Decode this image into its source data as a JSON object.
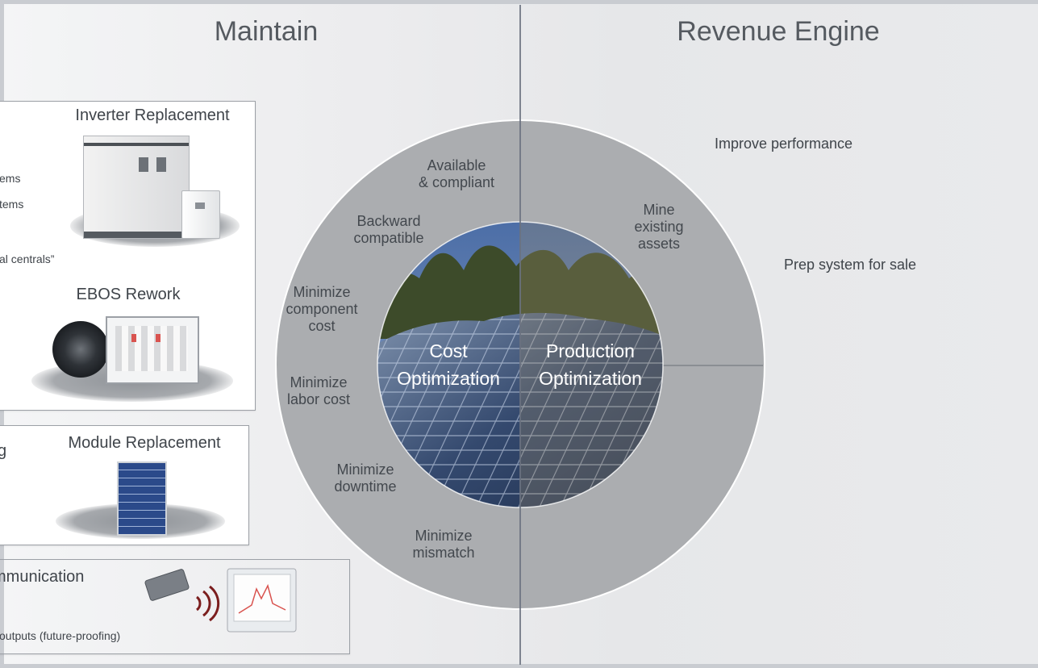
{
  "headings": {
    "left": "Maintain",
    "right": "Revenue Engine"
  },
  "cards": {
    "inverter": {
      "title": "Inverter Replacement",
      "notes": [
        "ems",
        "tems",
        "al centrals”"
      ]
    },
    "ebos": {
      "title": "EBOS Rework"
    },
    "module": {
      "title": "Module Replacement",
      "fragment": "g"
    },
    "communication": {
      "title": "mmunication",
      "note": "outputs (future-proofing)"
    }
  },
  "ring": {
    "left": [
      "Available\n& compliant",
      "Backward\ncompatible",
      "Minimize\ncomponent\ncost",
      "Minimize\nlabor cost",
      "Minimize\ndowntime",
      "Minimize\nmismatch"
    ],
    "right": [
      "Mine\nexisting\nassets"
    ]
  },
  "core": {
    "left": "Cost\nOptimization",
    "right": "Production\nOptimization"
  },
  "right_side": [
    "Improve performance",
    "Prep system for sale"
  ],
  "colors": {
    "ring": "#abadb0",
    "divider": "#6b7280",
    "signal": "#7b1e1e"
  }
}
